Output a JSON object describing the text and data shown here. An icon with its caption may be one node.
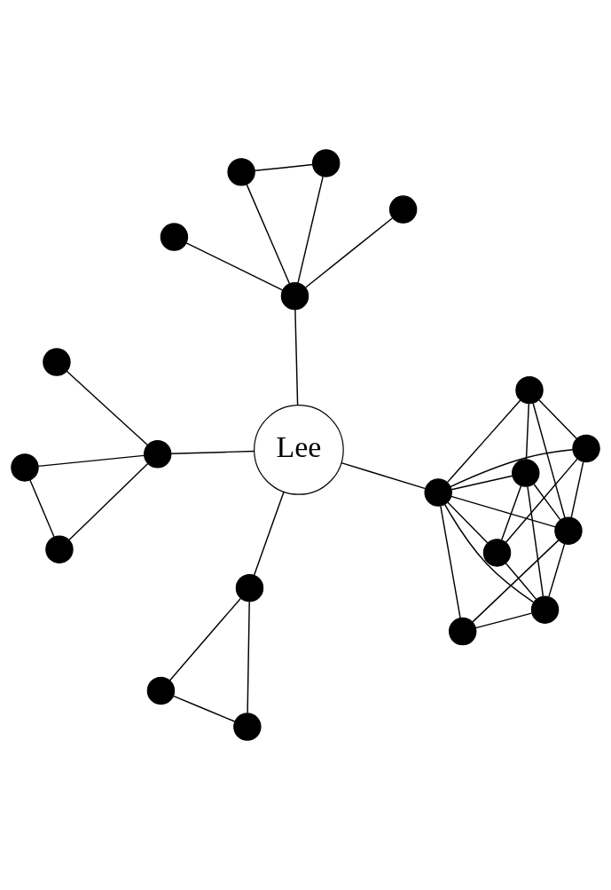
{
  "diagram": {
    "nodes": [
      {
        "text": [
          "Lee"
        ]
      },
      {
        "text": [],
        "shape": "circle"
      },
      {
        "text": [],
        "shape": "circle"
      },
      {
        "text": [],
        "shape": "circle"
      },
      {
        "text": [],
        "shape": "circle"
      },
      {
        "text": [],
        "shape": "circle"
      },
      {
        "text": [],
        "shape": "circle"
      },
      {
        "text": [],
        "shape": "circle"
      },
      {
        "text": [],
        "shape": "circle"
      },
      {
        "text": [],
        "shape": "circle"
      },
      {
        "text": [],
        "shape": "circle"
      },
      {
        "text": [],
        "shape": "circle"
      },
      {
        "text": [],
        "shape": "circle"
      },
      {
        "text": [],
        "shape": "circle"
      },
      {
        "text": [],
        "shape": "circle"
      },
      {
        "text": [],
        "shape": "circle"
      },
      {
        "text": [],
        "shape": "circle"
      },
      {
        "text": [],
        "shape": "circle"
      },
      {
        "text": [],
        "shape": "circle"
      },
      {
        "text": [],
        "shape": "circle"
      },
      {
        "text": [],
        "shape": "circle"
      }
    ],
    "edges": [
      {
        "from": 0,
        "to": 2,
        "arrow": "none"
      },
      {
        "from": 0,
        "to": 5,
        "arrow": "none"
      },
      {
        "from": 0,
        "to": 11,
        "arrow": "none"
      },
      {
        "from": 0,
        "to": 17,
        "arrow": "none"
      },
      {
        "from": 1,
        "to": 2,
        "arrow": "none"
      },
      {
        "from": 1,
        "to": 3,
        "arrow": "none"
      },
      {
        "from": 2,
        "to": 3,
        "arrow": "none"
      },
      {
        "from": 5,
        "to": 4,
        "arrow": "none"
      },
      {
        "from": 5,
        "to": 6,
        "arrow": "none"
      },
      {
        "from": 5,
        "to": 7,
        "arrow": "none"
      },
      {
        "from": 4,
        "to": 7,
        "arrow": "none"
      },
      {
        "from": 8,
        "to": 10,
        "arrow": "none"
      },
      {
        "from": 8,
        "to": 11,
        "arrow": "none"
      },
      {
        "from": 8,
        "to": 9,
        "arrow": "none"
      },
      {
        "from": 10,
        "to": 9,
        "arrow": "none"
      },
      {
        "from": 11,
        "to": 9,
        "arrow": "none"
      },
      {
        "from": 10,
        "to": 11,
        "arrow": "none"
      },
      {
        "from": 11,
        "to": 12,
        "arrow": "none"
      },
      {
        "from": 9,
        "to": 12,
        "arrow": "none"
      },
      {
        "from": 9,
        "to": 14,
        "arrow": "none"
      },
      {
        "from": 10,
        "to": 13,
        "arrow": "none"
      },
      {
        "from": 10,
        "to": 15,
        "arrow": "none"
      },
      {
        "from": 10,
        "to": 14,
        "arrow": "none"
      },
      {
        "from": 11,
        "to": 13,
        "arrow": "none"
      },
      {
        "from": 11,
        "to": 15,
        "arrow": "none"
      },
      {
        "from": 11,
        "to": 14,
        "arrow": "none"
      },
      {
        "from": 13,
        "to": 12,
        "arrow": "none"
      },
      {
        "from": 13,
        "to": 15,
        "arrow": "none"
      },
      {
        "from": 15,
        "to": 14,
        "arrow": "none"
      },
      {
        "from": 14,
        "to": 12,
        "arrow": "none"
      },
      {
        "from": 17,
        "to": 16,
        "arrow": "none"
      },
      {
        "from": 17,
        "to": 18,
        "arrow": "none"
      },
      {
        "from": 17,
        "to": 19,
        "arrow": "none"
      },
      {
        "from": 17,
        "to": 20,
        "arrow": "none"
      },
      {
        "from": 18,
        "to": 19,
        "arrow": "none"
      }
    ]
  }
}
